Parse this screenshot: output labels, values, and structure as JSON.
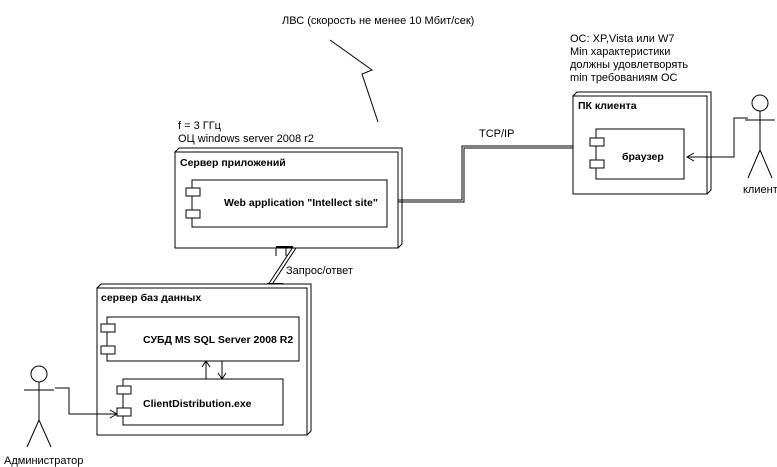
{
  "lan_label": "ЛВС (скорость не менее 10 Мбит/сек)",
  "client_pc": {
    "notes": [
      "ОС: XP,Vista или W7",
      "Min характеристики",
      "должны удовлетворять",
      "min требованиям ОС"
    ],
    "title": "ПК клиента",
    "component": "браузер"
  },
  "app_server": {
    "notes": [
      "f = 3 ГГц",
      "ОЦ windows server 2008 r2"
    ],
    "title": "Сервер приложений",
    "component": "Web application \"Intellect site\""
  },
  "db_server": {
    "title": "сервер баз данных",
    "components": [
      "СУБД MS SQL Server 2008 R2",
      "ClientDistribution.exe"
    ]
  },
  "connections": {
    "tcp": "TCP/IP",
    "request": "Запрос/ответ"
  },
  "actors": {
    "client": "клиент",
    "admin": "Администратор"
  }
}
